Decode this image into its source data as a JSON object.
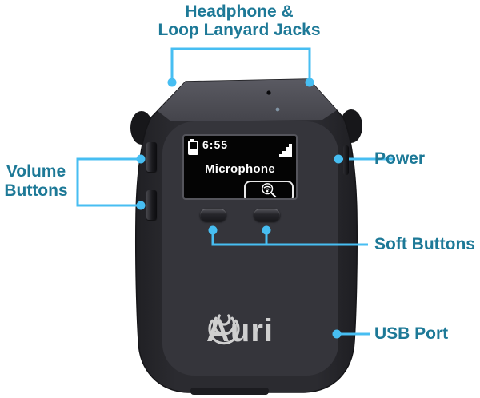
{
  "title": "Auri device feature diagram",
  "colors": {
    "label_text": "#1d7997",
    "callout_line": "#47bef2",
    "device_body": "#28282c",
    "device_top_face": "#50505a",
    "screen_bg": "#040404",
    "screen_fg": "#ffffff",
    "logo": "#cfcfcf"
  },
  "callouts": {
    "headphone_jacks": {
      "line1": "Headphone &",
      "line2": "Loop Lanyard Jacks"
    },
    "volume": {
      "line1": "Volume",
      "line2": "Buttons"
    },
    "power": {
      "label": "Power"
    },
    "soft_buttons": {
      "label": "Soft Buttons"
    },
    "usb_port": {
      "label": "USB Port"
    }
  },
  "device": {
    "brand": "Auri",
    "screen": {
      "time": "6:55",
      "mode": "Microphone",
      "icons": [
        "battery-icon",
        "signal-strength-icon",
        "scan-search-icon"
      ]
    },
    "hardware": [
      "headphone-jack",
      "loop-lanyard-jack",
      "volume-up-button",
      "volume-down-button",
      "power-button",
      "soft-button-left",
      "soft-button-right",
      "usb-port"
    ]
  }
}
